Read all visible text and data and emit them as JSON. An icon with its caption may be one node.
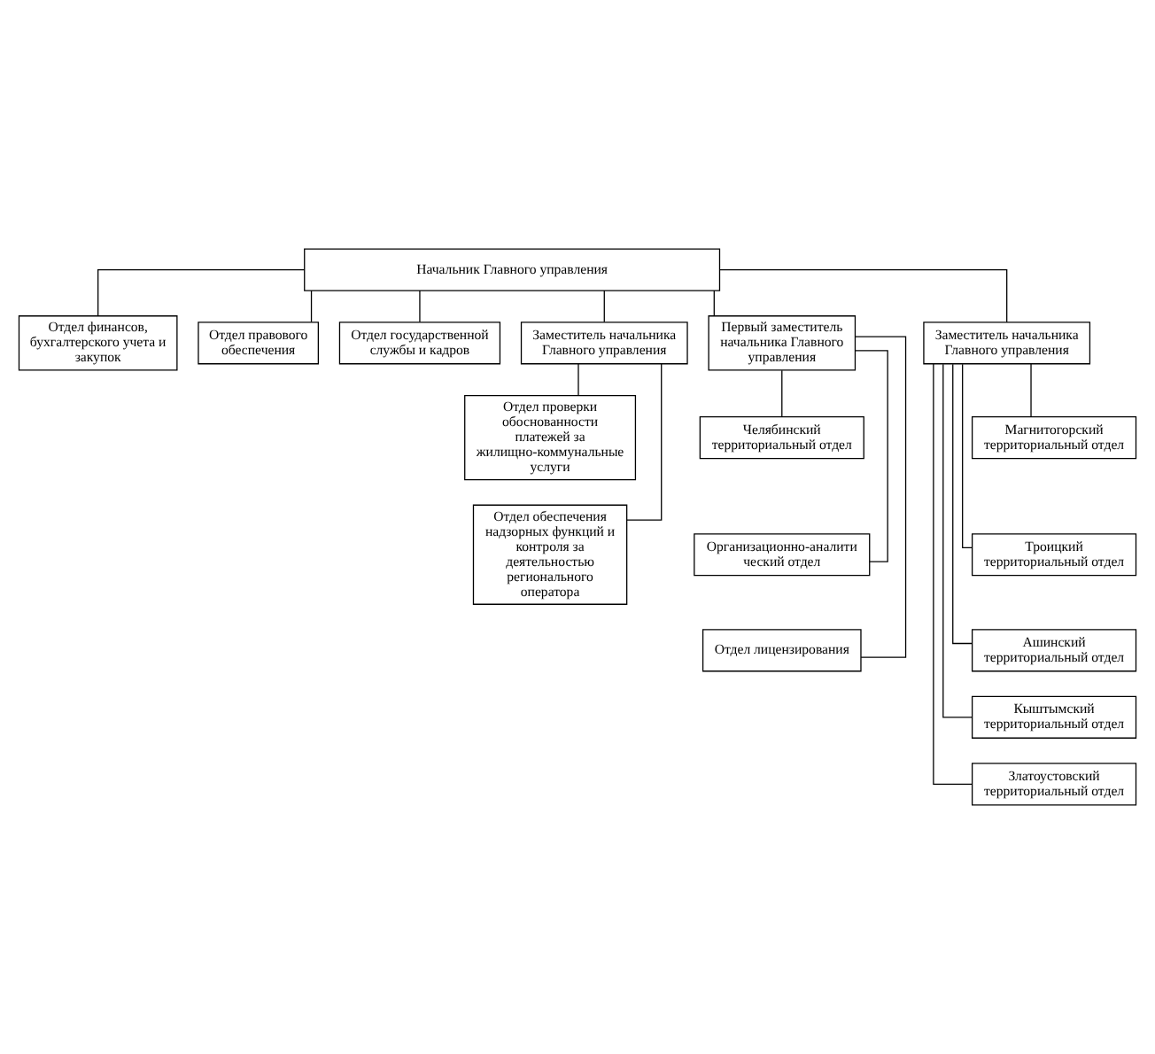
{
  "diagram": {
    "nodes": [
      {
        "text": [
          "Начальник Главного управления"
        ]
      },
      {
        "text": [
          "Отдел финансов, бухгалтерского учета и закупок"
        ]
      },
      {
        "text": [
          "Отдел правового обеспечения"
        ]
      },
      {
        "text": [
          "Отдел государственной службы и кадров"
        ]
      },
      {
        "text": [
          "Заместитель начальника Главного управления"
        ]
      },
      {
        "text": [
          "Первый заместитель начальника Главного управления"
        ]
      },
      {
        "text": [
          "Заместитель начальника Главного управления"
        ]
      },
      {
        "text": [
          "Отдел проверки обоснованности платежей за жилищно-коммунальные услуги"
        ]
      },
      {
        "text": [
          "Отдел обеспечения надзорных функций и контроля за деятельностью регионального оператора"
        ]
      },
      {
        "text": [
          "Челябинский территориальный отдел"
        ]
      },
      {
        "text": [
          "Организационно-аналитический отдел"
        ]
      },
      {
        "text": [
          "Отдел лицензирования"
        ]
      },
      {
        "text": [
          "Магнитогорский территориальный отдел"
        ]
      },
      {
        "text": [
          "Троицкий территориальный отдел"
        ]
      },
      {
        "text": [
          "Ашинский территориальный отдел"
        ]
      },
      {
        "text": [
          "Кыштымский территориальный отдел"
        ]
      },
      {
        "text": [
          "Златоустовский территориальный отдел"
        ]
      }
    ],
    "edges": [
      {
        "from": 0,
        "to": 1,
        "arrow": "none"
      },
      {
        "from": 0,
        "to": 2,
        "arrow": "none"
      },
      {
        "from": 0,
        "to": 3,
        "arrow": "none"
      },
      {
        "from": 0,
        "to": 4,
        "arrow": "none"
      },
      {
        "from": 0,
        "to": 5,
        "arrow": "none"
      },
      {
        "from": 0,
        "to": 6,
        "arrow": "none"
      },
      {
        "from": 4,
        "to": 7,
        "arrow": "none"
      },
      {
        "from": 4,
        "to": 8,
        "arrow": "none"
      },
      {
        "from": 5,
        "to": 9,
        "arrow": "none"
      },
      {
        "from": 5,
        "to": 10,
        "arrow": "none"
      },
      {
        "from": 5,
        "to": 11,
        "arrow": "none"
      },
      {
        "from": 6,
        "to": 12,
        "arrow": "none"
      },
      {
        "from": 6,
        "to": 13,
        "arrow": "none"
      },
      {
        "from": 6,
        "to": 14,
        "arrow": "none"
      },
      {
        "from": 6,
        "to": 15,
        "arrow": "none"
      },
      {
        "from": 6,
        "to": 16,
        "arrow": "none"
      }
    ]
  }
}
